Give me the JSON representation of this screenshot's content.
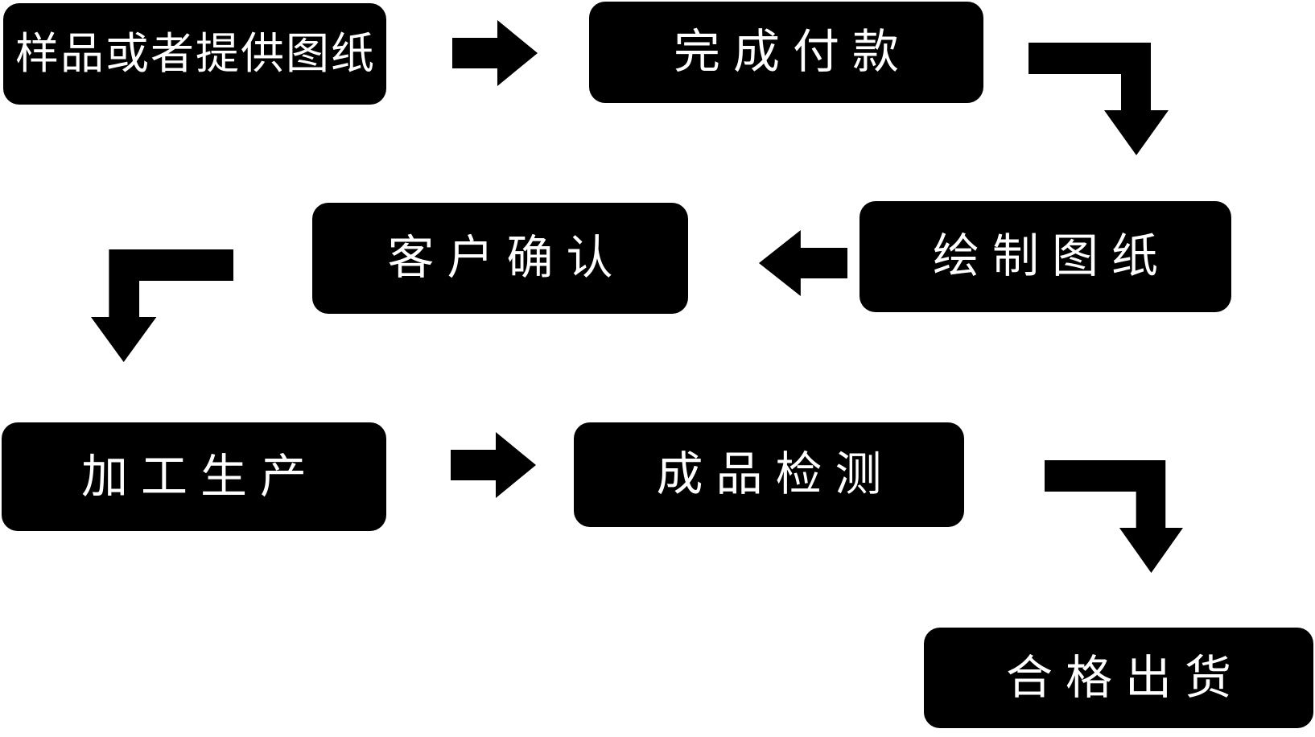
{
  "diagram": {
    "background_color": "#ffffff",
    "node_fill_color": "#000000",
    "node_text_color": "#ffffff",
    "nodes": [
      {
        "label": "样品或者提供图纸"
      },
      {
        "label": "完成付款"
      },
      {
        "label": "绘制图纸"
      },
      {
        "label": "客户确认"
      },
      {
        "label": "加工生产"
      },
      {
        "label": "成品检测"
      },
      {
        "label": "合格出货"
      }
    ],
    "connectors": [
      {
        "from": "样品或者提供图纸",
        "to": "完成付款",
        "shape": "straight-right-arrow"
      },
      {
        "from": "完成付款",
        "to": "绘制图纸",
        "shape": "elbow-right-down-arrow"
      },
      {
        "from": "绘制图纸",
        "to": "客户确认",
        "shape": "straight-left-arrow"
      },
      {
        "from": "客户确认",
        "to": "加工生产",
        "shape": "elbow-left-down-arrow"
      },
      {
        "from": "加工生产",
        "to": "成品检测",
        "shape": "straight-right-arrow"
      },
      {
        "from": "成品检测",
        "to": "合格出货",
        "shape": "elbow-right-down-arrow"
      }
    ]
  }
}
